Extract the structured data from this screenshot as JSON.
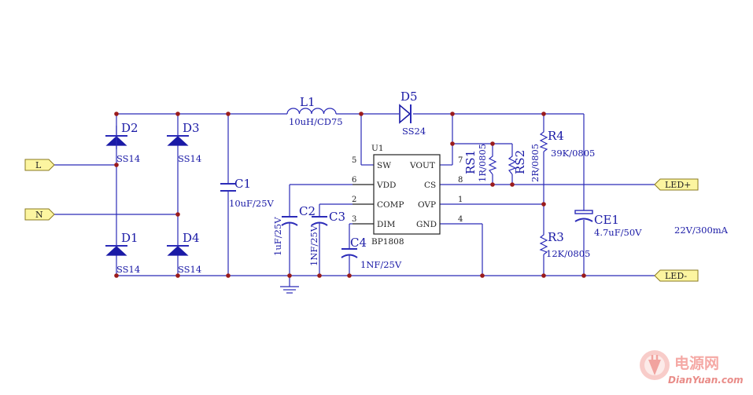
{
  "ports": {
    "l": "L",
    "n": "N",
    "led_plus": "LED+",
    "led_minus": "LED-"
  },
  "components": {
    "d1": {
      "ref": "D1",
      "value": "SS14"
    },
    "d2": {
      "ref": "D2",
      "value": "SS14"
    },
    "d3": {
      "ref": "D3",
      "value": "SS14"
    },
    "d4": {
      "ref": "D4",
      "value": "SS14"
    },
    "d5": {
      "ref": "D5",
      "value": "SS24"
    },
    "l1": {
      "ref": "L1",
      "value": "10uH/CD75"
    },
    "c1": {
      "ref": "C1",
      "value": "10uF/25V"
    },
    "c2": {
      "ref": "C2",
      "value": "1uF/25V"
    },
    "c3": {
      "ref": "C3",
      "value": "1NF/25V"
    },
    "c4": {
      "ref": "C4",
      "value": "1NF/25V"
    },
    "ce1": {
      "ref": "CE1",
      "value": "4.7uF/50V"
    },
    "rs1": {
      "ref": "RS1",
      "value": "1R/0805"
    },
    "rs2": {
      "ref": "RS2",
      "value": "2R/0805"
    },
    "r4": {
      "ref": "R4",
      "value": "39K/0805"
    },
    "r3": {
      "ref": "R3",
      "value": "12K/0805"
    }
  },
  "ic": {
    "ref": "U1",
    "part": "BP1808",
    "pins": {
      "sw": {
        "name": "SW",
        "num": "5"
      },
      "vdd": {
        "name": "VDD",
        "num": "6"
      },
      "comp": {
        "name": "COMP",
        "num": "2"
      },
      "dim": {
        "name": "DIM",
        "num": "3"
      },
      "vout": {
        "name": "VOUT",
        "num": "7"
      },
      "cs": {
        "name": "CS",
        "num": "8"
      },
      "ovp": {
        "name": "OVP",
        "num": "1"
      },
      "gnd": {
        "name": "GND",
        "num": "4"
      }
    }
  },
  "annotation": "22V/300mA",
  "watermark": {
    "cn": "电源网",
    "en": "DianYuan.com"
  },
  "colors": {
    "wire": "#2b2bb8",
    "junction": "#9b1b1b",
    "text": "#1a1aa6",
    "port_fill": "#fcf5a0"
  }
}
